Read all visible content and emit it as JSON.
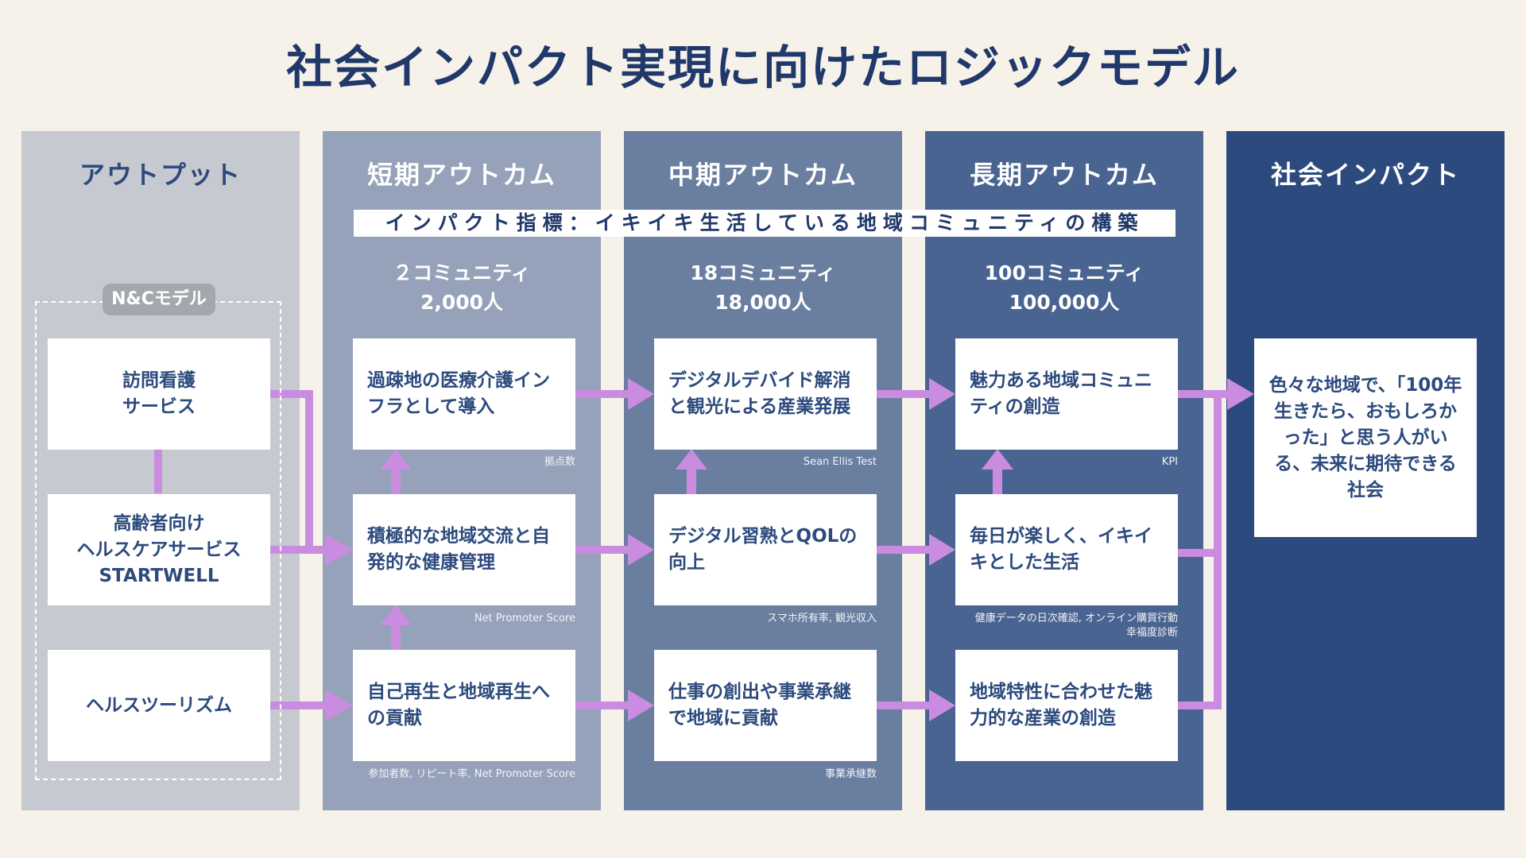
{
  "title": "社会インパクト実現に向けたロジックモデル",
  "columns": [
    {
      "header": "アウトプット"
    },
    {
      "header": "短期アウトカム"
    },
    {
      "header": "中期アウトカム"
    },
    {
      "header": "長期アウトカム"
    },
    {
      "header": "社会インパクト"
    }
  ],
  "indicator": "インパクト指標：イキイキ生活している地域コミュニティの構築",
  "targets": [
    {
      "communities": "２コミュニティ",
      "people": "2,000人"
    },
    {
      "communities": "18コミュニティ",
      "people": "18,000人"
    },
    {
      "communities": "100コミュニティ",
      "people": "100,000人"
    }
  ],
  "outputs": {
    "badge": "N&Cモデル",
    "items": [
      {
        "lines": [
          "訪問看護",
          "サービス"
        ]
      },
      {
        "lines": [
          "高齢者向け",
          "ヘルスケアサービス",
          "STARTWELL"
        ]
      },
      {
        "lines": [
          "ヘルスツーリズム"
        ]
      }
    ]
  },
  "short_term": [
    {
      "text": "過疎地の医療介護インフラとして導入",
      "metric": "拠点数"
    },
    {
      "text": "積極的な地域交流と自発的な健康管理",
      "metric": "Net Promoter Score"
    },
    {
      "text": "自己再生と地域再生への貢献",
      "metric": "参加者数, リピート率, Net Promoter Score"
    }
  ],
  "mid_term": [
    {
      "text": "デジタルデバイド解消と観光による産業発展",
      "metric": "Sean Ellis Test"
    },
    {
      "text": "デジタル習熟とQOLの向上",
      "metric": "スマホ所有率, 観光収入"
    },
    {
      "text": "仕事の創出や事業承継で地域に貢献",
      "metric": "事業承継数"
    }
  ],
  "long_term": [
    {
      "text": "魅力ある地域コミュニティの創造",
      "metric": "KPI"
    },
    {
      "text": "毎日が楽しく、イキイキとした生活",
      "metric": "健康データの日次確認, オンライン購買行動",
      "metric2": "幸福度診断"
    },
    {
      "text": "地域特性に合わせた魅力的な産業の創造",
      "metric": ""
    }
  ],
  "impact": {
    "text": "色々な地域で、「100年生きたら、おもしろかった」と思う人がいる、未来に期待できる社会"
  },
  "colors": {
    "background": "#f6f2ea",
    "title": "#20386a",
    "col_output": "#c6c9d0",
    "col_short": "#95a2b9",
    "col_mid": "#6a7ea0",
    "col_long": "#4a6491",
    "col_impact": "#2c4a7d",
    "arrow": "#c98ce0"
  }
}
